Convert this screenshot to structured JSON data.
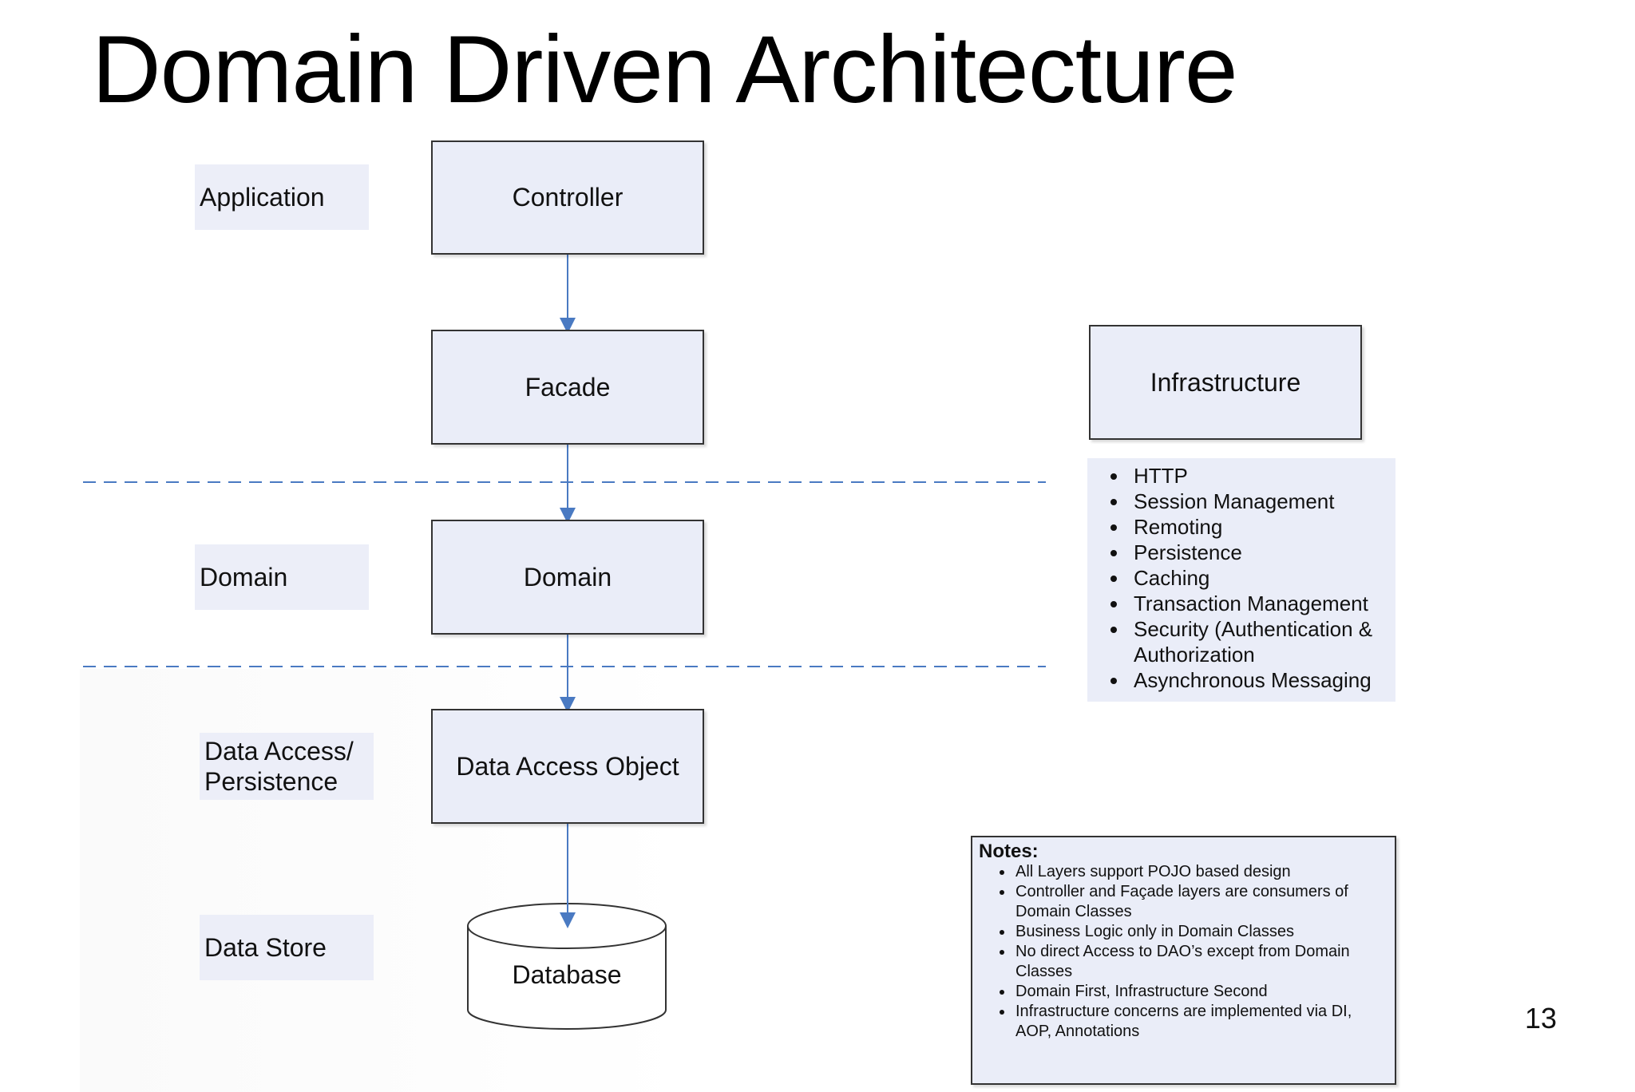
{
  "title": "Domain Driven Architecture",
  "layers": {
    "application": "Application",
    "domain": "Domain",
    "data_access": "Data Access/ Persistence",
    "data_store": "Data Store"
  },
  "boxes": {
    "controller": "Controller",
    "facade": "Facade",
    "domain": "Domain",
    "dao": "Data Access Object",
    "database": "Database",
    "infrastructure": "Infrastructure"
  },
  "infrastructure_items": [
    "HTTP",
    "Session Management",
    "Remoting",
    "Persistence",
    "Caching",
    "Transaction Management",
    "Security (Authentication & Authorization",
    "Asynchronous Messaging"
  ],
  "notes": {
    "header": "Notes:",
    "items": [
      "All Layers support POJO based design",
      "Controller and Façade layers are consumers of Domain Classes",
      "Business Logic only in Domain Classes",
      "No direct Access to DAO’s except from Domain Classes",
      "Domain First, Infrastructure Second",
      "Infrastructure concerns are implemented via DI, AOP, Annotations"
    ]
  },
  "page_number": "13",
  "colors": {
    "box_fill": "#eaedf8",
    "label_fill": "#eceef8",
    "connector": "#4a7ac2",
    "dashed_divider": "#4a7ac2"
  }
}
